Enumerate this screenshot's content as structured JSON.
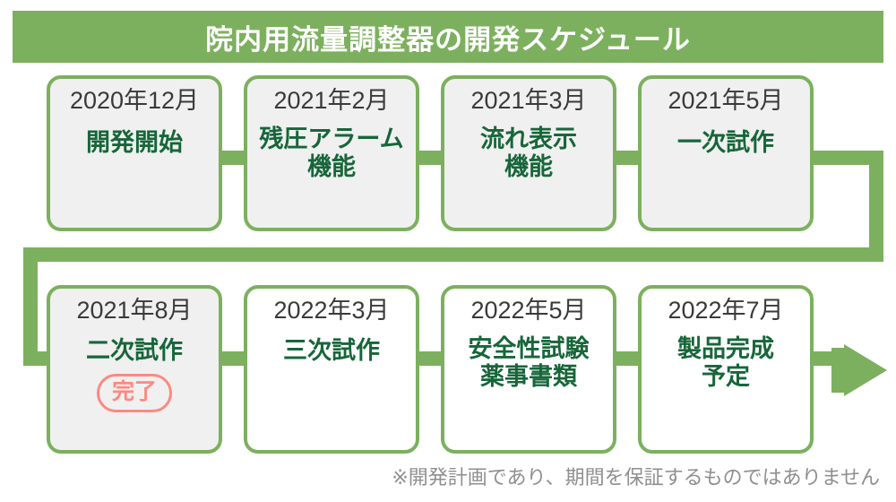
{
  "header": {
    "title": "院内用流量調整器の開発スケジュール",
    "bar_color": "#7cb05e",
    "text_color": "#ffffff"
  },
  "colors": {
    "green_accent": "#7cb05e",
    "label_green": "#17663a",
    "date_gray": "#3a3a3a",
    "box_fill_gray": "#f0f0f0",
    "box_fill_white": "#ffffff",
    "badge_pink": "#fb8a80",
    "footnote_gray": "#8f8f8f"
  },
  "steps": [
    {
      "date": "2020年12月",
      "label": "開発開始",
      "fill": "gray",
      "badge": null
    },
    {
      "date": "2021年2月",
      "label": "残圧アラーム\n機能",
      "fill": "gray",
      "badge": null
    },
    {
      "date": "2021年3月",
      "label": "流れ表示\n機能",
      "fill": "gray",
      "badge": null
    },
    {
      "date": "2021年5月",
      "label": "一次試作",
      "fill": "gray",
      "badge": null
    },
    {
      "date": "2021年8月",
      "label": "二次試作",
      "fill": "gray",
      "badge": "完了"
    },
    {
      "date": "2022年3月",
      "label": "三次試作",
      "fill": "white",
      "badge": null
    },
    {
      "date": "2022年5月",
      "label": "安全性試験\n薬事書類",
      "fill": "white",
      "badge": null
    },
    {
      "date": "2022年7月",
      "label": "製品完成\n予定",
      "fill": "white",
      "badge": null
    }
  ],
  "arrow": {
    "icon": "arrow-right-icon",
    "color": "#7cb05e"
  },
  "footnote": {
    "text": "※開発計画であり、期間を保証するものではありません"
  }
}
